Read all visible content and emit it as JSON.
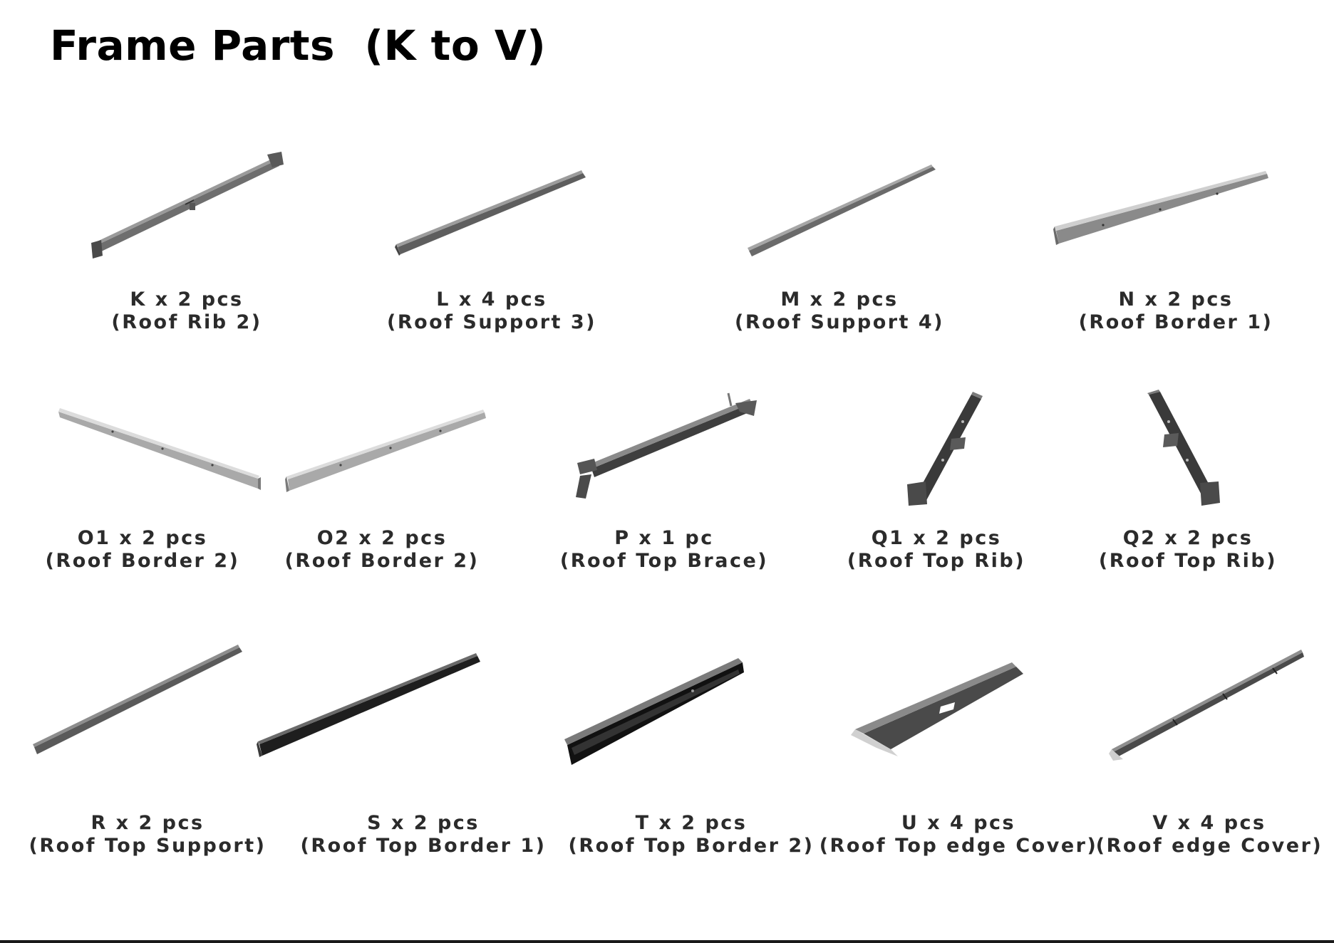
{
  "title": "Frame Parts  (K to V)",
  "parts": [
    {
      "qty": "K x 2 pcs",
      "name": "(Roof Rib 2)",
      "icon": "roof-rib-2-part"
    },
    {
      "qty": "L x 4 pcs",
      "name": "(Roof Support 3)",
      "icon": "roof-support-3-part"
    },
    {
      "qty": "M x 2 pcs",
      "name": "(Roof Support 4)",
      "icon": "roof-support-4-part"
    },
    {
      "qty": "N x 2 pcs",
      "name": "(Roof Border 1)",
      "icon": "roof-border-1-part"
    },
    {
      "qty": "O1 x 2 pcs",
      "name": "(Roof Border 2)",
      "icon": "roof-border-2-o1-part"
    },
    {
      "qty": "O2 x 2 pcs",
      "name": "(Roof Border 2)",
      "icon": "roof-border-2-o2-part"
    },
    {
      "qty": "P x 1 pc",
      "name": "(Roof Top Brace)",
      "icon": "roof-top-brace-part"
    },
    {
      "qty": "Q1 x 2 pcs",
      "name": "(Roof Top Rib)",
      "icon": "roof-top-rib-q1-part"
    },
    {
      "qty": "Q2 x 2 pcs",
      "name": "(Roof Top Rib)",
      "icon": "roof-top-rib-q2-part"
    },
    {
      "qty": "R x 2 pcs",
      "name": "(Roof Top Support)",
      "icon": "roof-top-support-part"
    },
    {
      "qty": "S x 2 pcs",
      "name": "(Roof Top Border 1)",
      "icon": "roof-top-border-1-part"
    },
    {
      "qty": "T x 2 pcs",
      "name": "(Roof Top Border 2)",
      "icon": "roof-top-border-2-part"
    },
    {
      "qty": "U x 4 pcs",
      "name": "(Roof Top edge Cover)",
      "icon": "roof-top-edge-cover-part"
    },
    {
      "qty": "V x 4 pcs",
      "name": "(Roof edge Cover)",
      "icon": "roof-edge-cover-part"
    }
  ]
}
